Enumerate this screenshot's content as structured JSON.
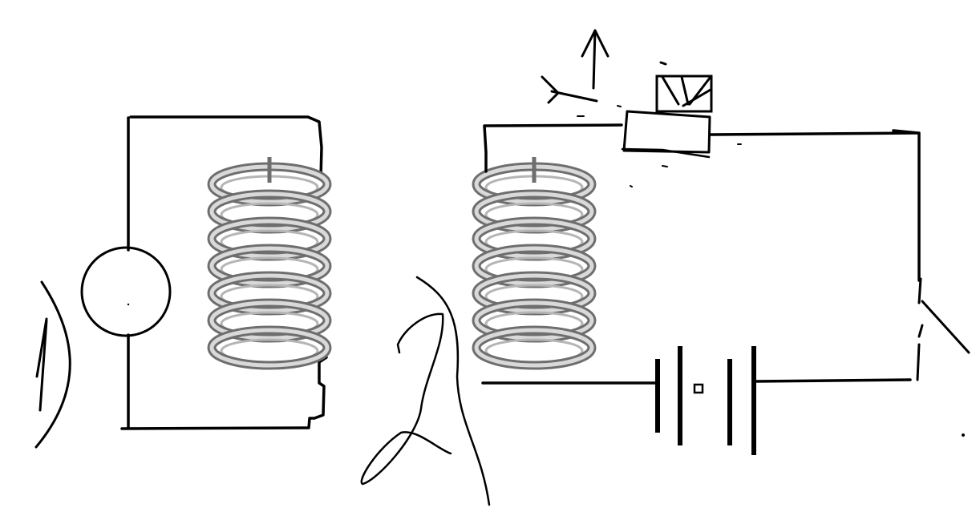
{
  "diagram": {
    "background": "#ffffff",
    "ink_color": "#000000",
    "coil_outer_color": "#6e6e6e",
    "coil_inner_color": "#d9d9d9",
    "coil_shadow_color": "#b5b5b5",
    "components": [
      {
        "id": "ac-source",
        "kind": "circle-source"
      },
      {
        "id": "primary-coil",
        "kind": "coil",
        "turns": 7
      },
      {
        "id": "secondary-coil",
        "kind": "coil",
        "turns": 7
      },
      {
        "id": "galvanometer",
        "kind": "meter"
      },
      {
        "id": "battery",
        "kind": "battery",
        "cells": 2
      },
      {
        "id": "switch",
        "kind": "switch",
        "state": "open"
      }
    ]
  }
}
